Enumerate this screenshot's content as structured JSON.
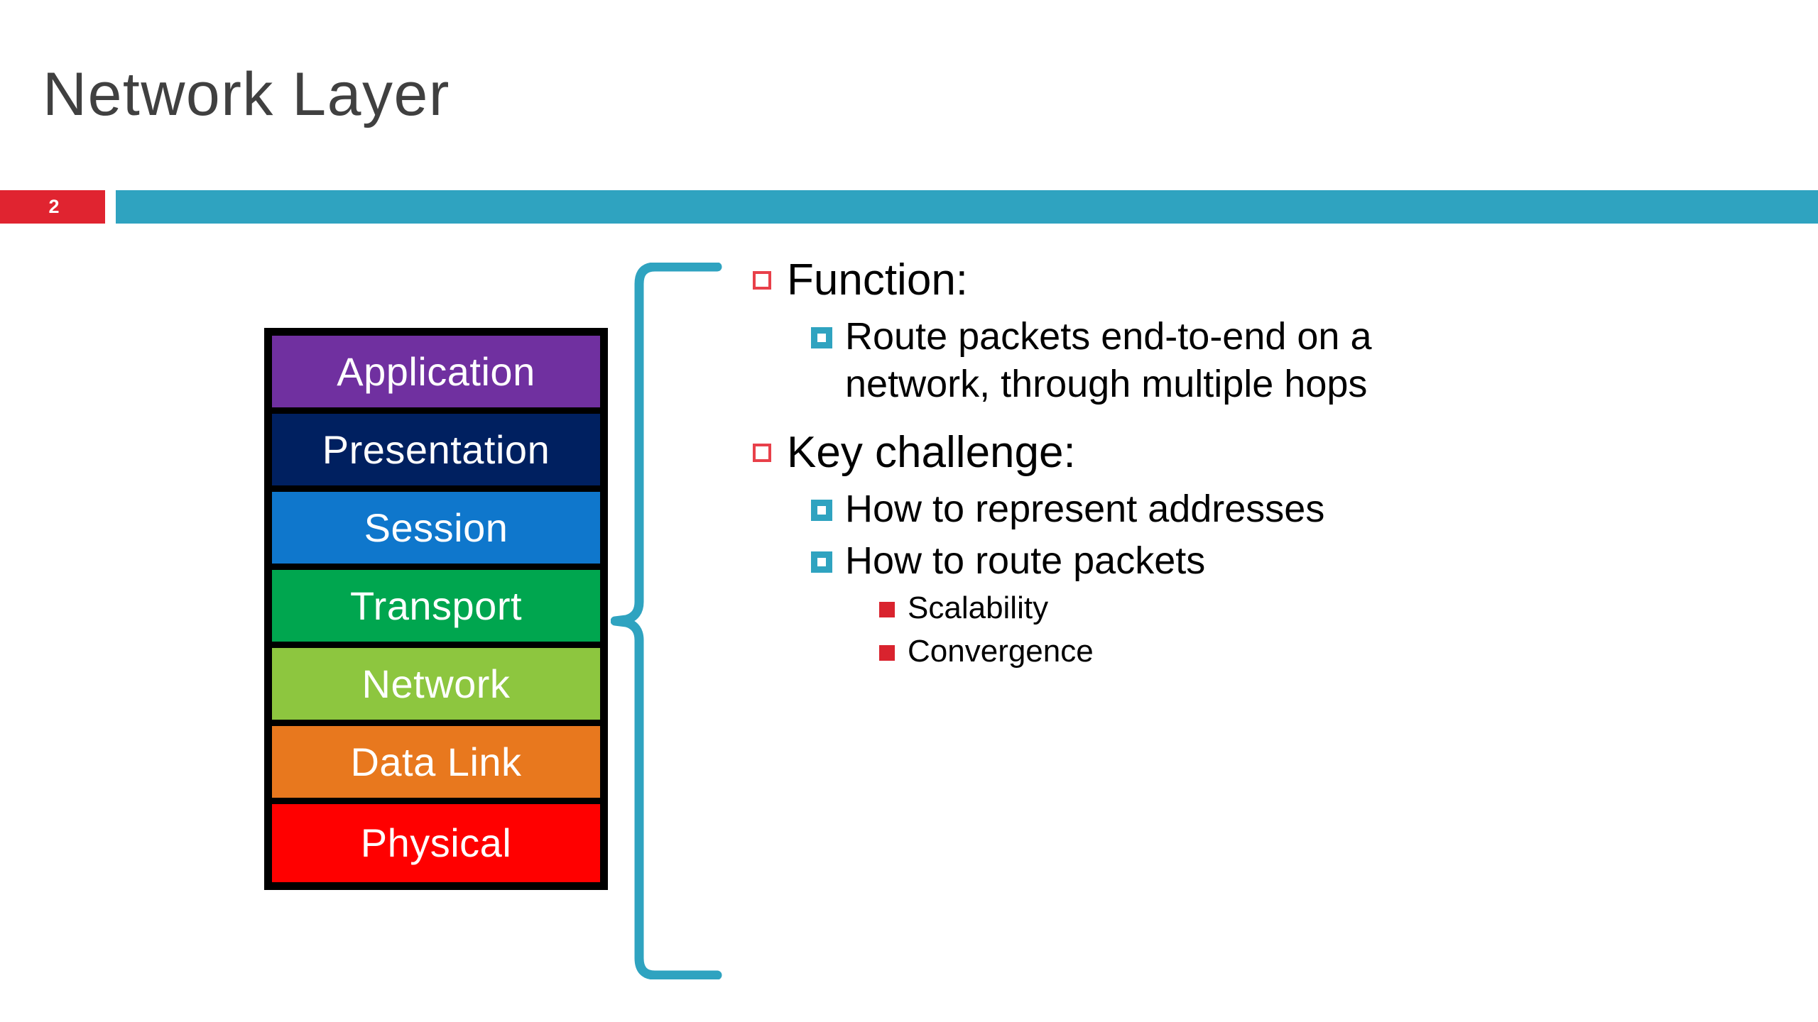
{
  "slide": {
    "title": "Network Layer",
    "page_number": "2",
    "accent_teal": "#2FA3C0",
    "badge_red": "#E02430",
    "title_color": "#404040"
  },
  "osi_stack": {
    "name": "osi-layer-stack",
    "border_color": "#000000",
    "layers": [
      {
        "label": "Application",
        "color": "#7030A0",
        "text_color": "#ffffff"
      },
      {
        "label": "Presentation",
        "color": "#002060",
        "text_color": "#ffffff"
      },
      {
        "label": "Session",
        "color": "#0F77CC",
        "text_color": "#ffffff"
      },
      {
        "label": "Transport",
        "color": "#00A64F",
        "text_color": "#ffffff"
      },
      {
        "label": "Network",
        "color": "#8DC63F",
        "text_color": "#ffffff"
      },
      {
        "label": "Data Link",
        "color": "#E8781E",
        "text_color": "#ffffff"
      },
      {
        "label": "Physical",
        "color": "#FF0000",
        "text_color": "#ffffff"
      }
    ],
    "highlighted_layer": "Network"
  },
  "brace": {
    "color": "#2FA3C0",
    "points_to": "Network"
  },
  "bullets": {
    "marker_colors": {
      "level_1": "#E8404A",
      "level_2": "#2FA3C0",
      "level_3": "#D9232E"
    },
    "items": [
      {
        "level": 1,
        "text": "Function:"
      },
      {
        "level": 2,
        "text": "Route packets end-to-end on a network, through multiple hops"
      },
      {
        "level": 1,
        "text": "Key challenge:"
      },
      {
        "level": 2,
        "text": "How to represent addresses"
      },
      {
        "level": 2,
        "text": "How to route packets"
      },
      {
        "level": 3,
        "text": "Scalability"
      },
      {
        "level": 3,
        "text": "Convergence"
      }
    ]
  }
}
